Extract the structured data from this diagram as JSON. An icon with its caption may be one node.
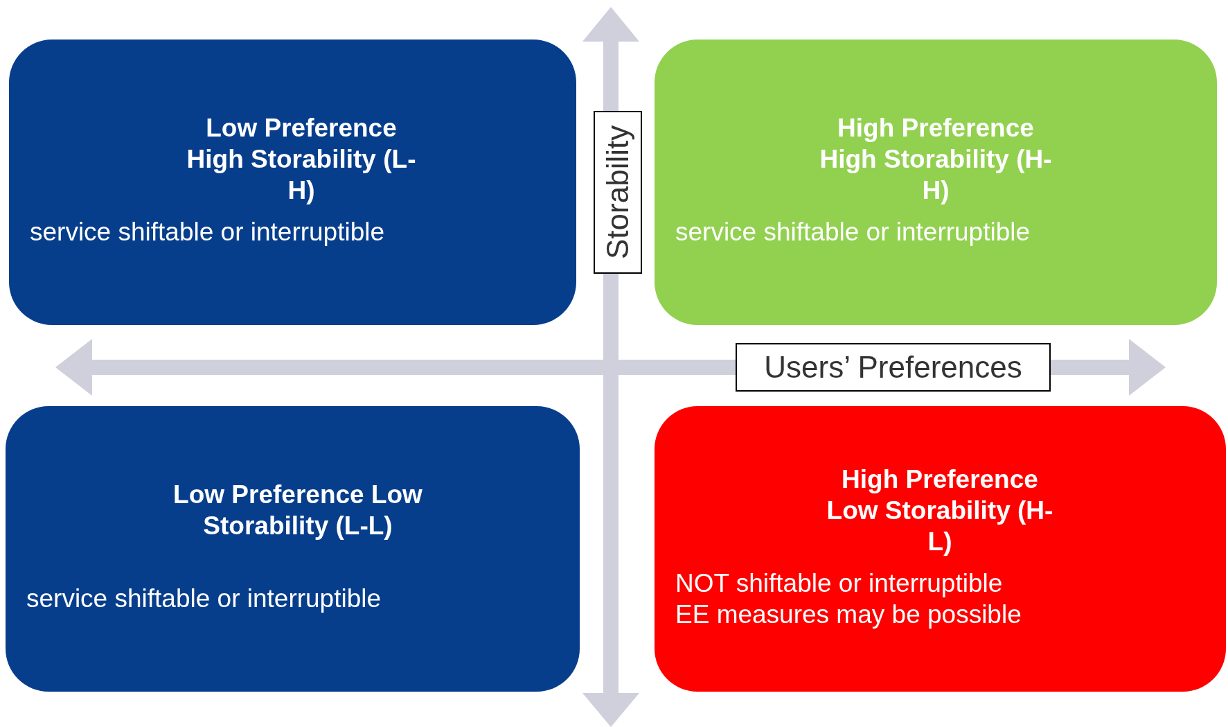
{
  "diagram": {
    "nodes": [
      {
        "text": [
          "Low Preference High Storability (L-H)",
          "service shiftable or interruptible"
        ]
      },
      {
        "text": [
          "High Preference High Storability (H-H)",
          "service shiftable or interruptible"
        ]
      },
      {
        "text": [
          "Low Preference Low Storability (L-L)",
          "service shiftable or interruptible"
        ]
      },
      {
        "text": [
          "High Preference Low Storability (H-L)",
          "NOT shiftable or interruptible",
          "EE measures may be possible"
        ]
      }
    ],
    "labels": [
      "Storability",
      "Users’ Preferences"
    ]
  }
}
